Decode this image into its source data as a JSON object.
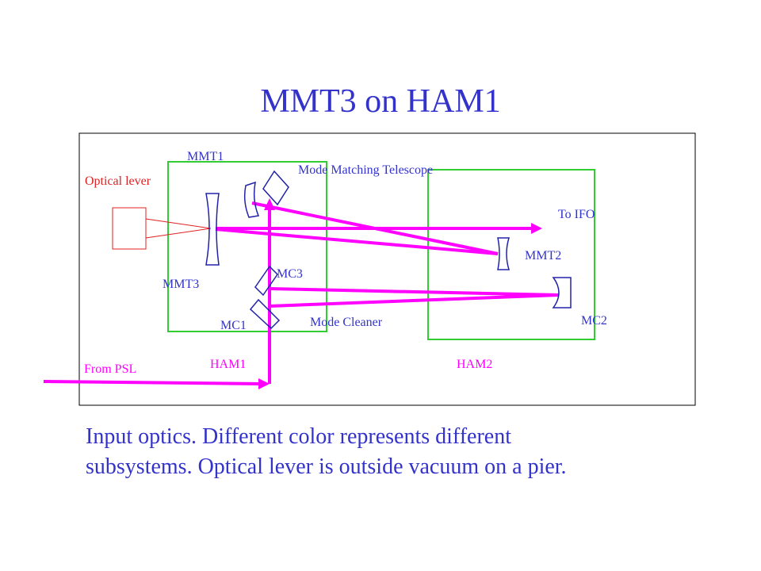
{
  "title": "MMT3 on HAM1",
  "caption_line1": "Input optics. Different color represents different",
  "caption_line2": "subsystems.  Optical lever is outside vacuum on a pier.",
  "labels": {
    "mmt1": "MMT1",
    "mode_matching_telescope": "Mode Matching Telescope",
    "optical_lever": "Optical lever",
    "to_ifo": "To IFO",
    "mmt2": "MMT2",
    "mc3": "MC3",
    "mmt3": "MMT3",
    "mc2": "MC2",
    "mc1": "MC1",
    "mode_cleaner": "Mode Cleaner",
    "ham1": "HAM1",
    "ham2": "HAM2",
    "from_psl": "From PSL"
  },
  "colors": {
    "title_text": "#3333cc",
    "optics": "#2222aa",
    "beam": "#ff00ff",
    "ham_chamber": "#33cc33",
    "optical_lever": "#e02020",
    "frame": "#000000"
  }
}
